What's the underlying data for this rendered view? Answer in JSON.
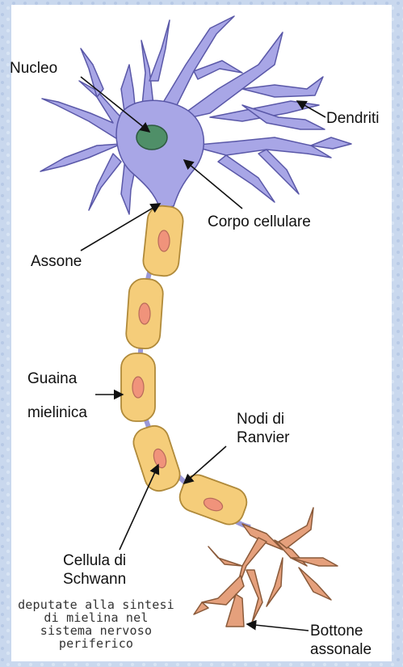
{
  "labels": {
    "nucleo": "Nucleo",
    "dendriti": "Dendriti",
    "corpo_cellulare": "Corpo cellulare",
    "assone": "Assone",
    "guaina_1": "Guaina",
    "guaina_2": "mielinica",
    "nodi_1": "Nodi di",
    "nodi_2": "Ranvier",
    "cellula_1": "Cellula di",
    "cellula_2": "Schwann",
    "bottone_1": "Bottone",
    "bottone_2": "assonale"
  },
  "note": {
    "line1": "deputate alla sintesi",
    "line2": "di mielina nel",
    "line3": "sistema nervoso",
    "line4": "periferico"
  },
  "colors": {
    "soma": "#a8a6e6",
    "soma_stroke": "#5a58a8",
    "nucleus": "#4f8f68",
    "myelin": "#f5cd7a",
    "myelin_stroke": "#b08a3a",
    "schwann_nucleus": "#f0937b",
    "terminal": "#e5a07c",
    "terminal_stroke": "#8a5a3a",
    "background": "#c9d8ee",
    "panel": "#ffffff"
  }
}
